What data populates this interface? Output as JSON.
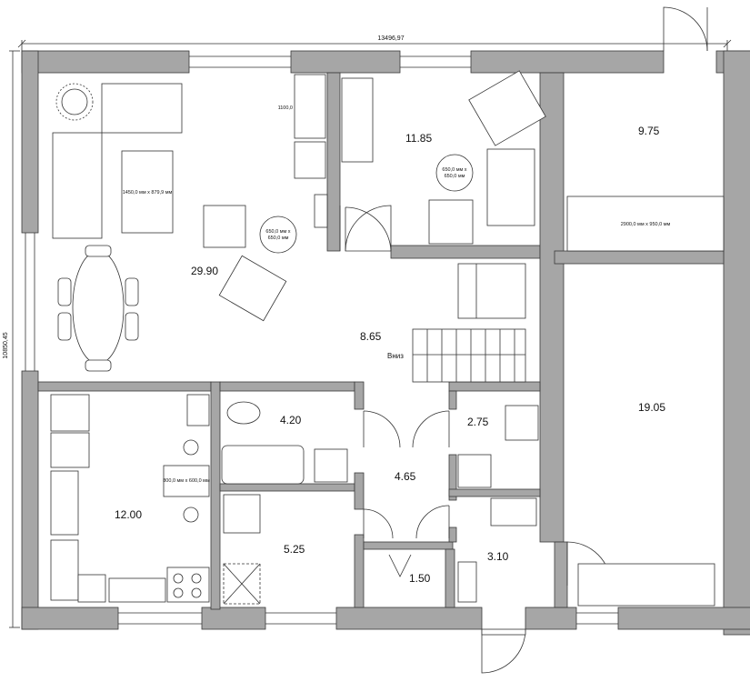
{
  "dimensions": {
    "overall_width": "13496,97",
    "overall_height": "10850,45",
    "coffee_table_label": "1450,0 мм x 879,9 мм",
    "round_table_living_label_1": "650,0 мм x",
    "round_table_living_label_2": "650,0 мм",
    "round_table_bedroom_label_1": "650,0 мм x",
    "round_table_bedroom_label_2": "650,0 мм",
    "wardrobe_label": "2900,0 мм x 950,0 мм",
    "kitchen_table_label": "800,0 мм x 600,0 мм",
    "desk_label": "1100,0"
  },
  "rooms": {
    "living": "29.90",
    "bedroom_small": "11.85",
    "bedroom_right_top": "9.75",
    "hall": "8.65",
    "toilet_bath": "4.20",
    "storage_275": "2.75",
    "kitchen": "12.00",
    "corridor": "4.65",
    "laundry": "5.25",
    "closet_150": "1.50",
    "entrance": "3.10",
    "big_room": "19.05"
  },
  "labels": {
    "stairs_down": "Вниз"
  },
  "colors": {
    "wall_fill": "#a6a6a6",
    "line": "#333333"
  }
}
